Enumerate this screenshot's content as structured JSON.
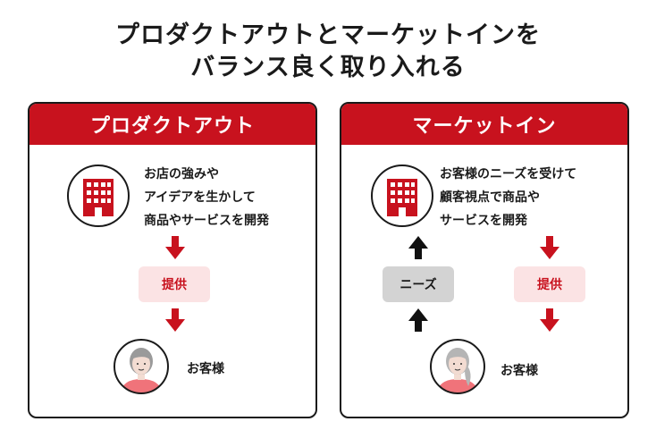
{
  "title": {
    "line1": "プロダクトアウトとマーケットインを",
    "line2": "バランス良く取り入れる"
  },
  "left_panel": {
    "header": "プロダクトアウト",
    "description": [
      "お店の強みや",
      "アイデアを生かして",
      "商品やサービスを開発"
    ],
    "pill": "提供",
    "customer": "お客様",
    "icons": [
      "building-icon",
      "arrow-down-icon",
      "person-icon"
    ]
  },
  "right_panel": {
    "header": "マーケットイン",
    "description": [
      "お客様のニーズを受けて",
      "顧客視点で商品や",
      "サービスを開発"
    ],
    "needs_pill": "ニーズ",
    "provide_pill": "提供",
    "customer": "お客様",
    "icons": [
      "building-icon",
      "arrow-up-icon",
      "arrow-down-icon",
      "person-icon"
    ]
  },
  "colors": {
    "accent": "#c8121e",
    "pill_pink": "#fbe3e4",
    "pill_gray": "#d3d3d3",
    "skin": "#f3dcd2",
    "hair_left": "#9a9a9a",
    "hair_right": "#b5b5b5",
    "shirt": "#f0737a"
  }
}
